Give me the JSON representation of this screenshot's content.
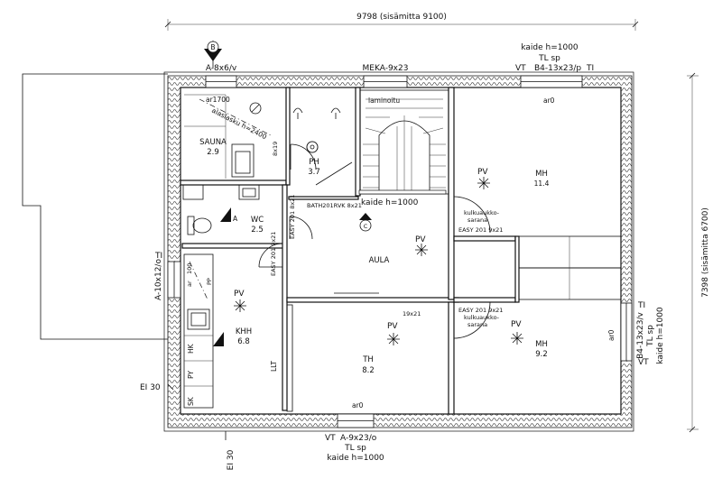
{
  "dimensions": {
    "width_label": "9798 (sisämitta 9100)",
    "height_label": "7398 (sisämitta 6700)"
  },
  "windows": {
    "top_left": "A-8x6/v",
    "top_mid": "MEKA-9x23",
    "top_right_code": "B4-13x23/p",
    "top_right_vt": "VT",
    "top_right_ti": "TI",
    "top_right_tlsp": "TL sp",
    "top_right_kaide": "kaide h=1000",
    "left_code": "A-10x12/o",
    "left_ti": "TI",
    "right_code": "B4-13x23/v",
    "right_tlsp": "TL sp",
    "right_kaide": "kaide h=1000",
    "right_vt": "VT",
    "right_ti": "TI",
    "bottom_code": "A-9x23/o",
    "bottom_vt": "VT",
    "bottom_tlsp": "TL sp",
    "bottom_kaide": "kaide h=1000"
  },
  "section_marks": {
    "b": "B",
    "a1": "A",
    "a2": "A",
    "c": "C"
  },
  "rooms": {
    "sauna": {
      "name": "SAUNA",
      "area": "2.9"
    },
    "ph": {
      "name": "PH",
      "area": "3.7"
    },
    "wc": {
      "name": "WC",
      "area": "2.5"
    },
    "khh": {
      "name": "KHH",
      "area": "6.8"
    },
    "aula": {
      "name": "AULA"
    },
    "mh1": {
      "name": "MH",
      "area": "11.4"
    },
    "mh2": {
      "name": "MH",
      "area": "9.2"
    },
    "th": {
      "name": "TH",
      "area": "8.2"
    }
  },
  "annotations": {
    "ar1700": "ar1700",
    "alaslasku": "alaslasku h=2400",
    "door_8x19": "8x19",
    "laminoitu": "laminoitu",
    "kaide_stair": "kaide h=1000",
    "bath_door": "BATH201RVK 8x21",
    "easy_wc": "EASY 201 8x21",
    "easy_khh": "EASY 201 9x21",
    "ar_small": "ar",
    "ar_100": "100",
    "ppl": "PP",
    "pv": "PV",
    "ar0_top": "ar0",
    "ar0_right": "ar0",
    "ar0_bottom": "ar0",
    "kulkuaukko_1": "kulkuaukko-",
    "sarana_1": "sarana",
    "easy_mh1": "EASY 201 9x21",
    "easy_mh2": "EASY 201 9x21",
    "kulkuaukko_2": "kulkuaukko-",
    "sarana_2": "sarana",
    "door_19x21": "19x21",
    "llt": "LLT",
    "hk": "HK",
    "py": "PY",
    "sk": "SK",
    "ei30_a": "EI 30",
    "ei30_b": "EI 30"
  }
}
